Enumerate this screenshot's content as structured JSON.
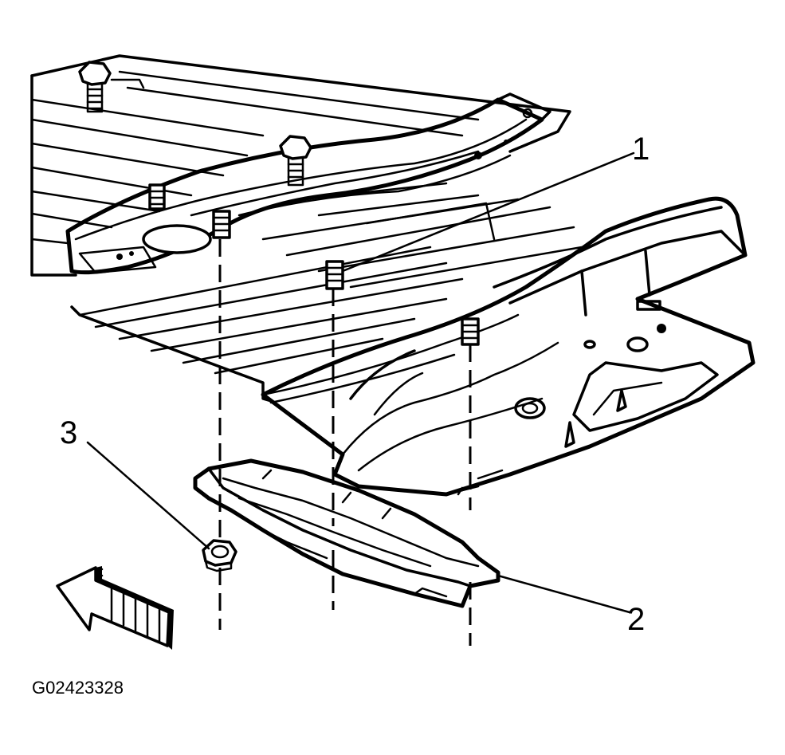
{
  "callouts": [
    {
      "label": "1"
    },
    {
      "label": "2"
    },
    {
      "label": "3"
    }
  ],
  "figure_id": "G02423328",
  "colors": {
    "ink": "#000000",
    "paper": "#ffffff"
  },
  "icons": [
    "stud-icon",
    "nut-icon",
    "front-direction-arrow-icon"
  ]
}
